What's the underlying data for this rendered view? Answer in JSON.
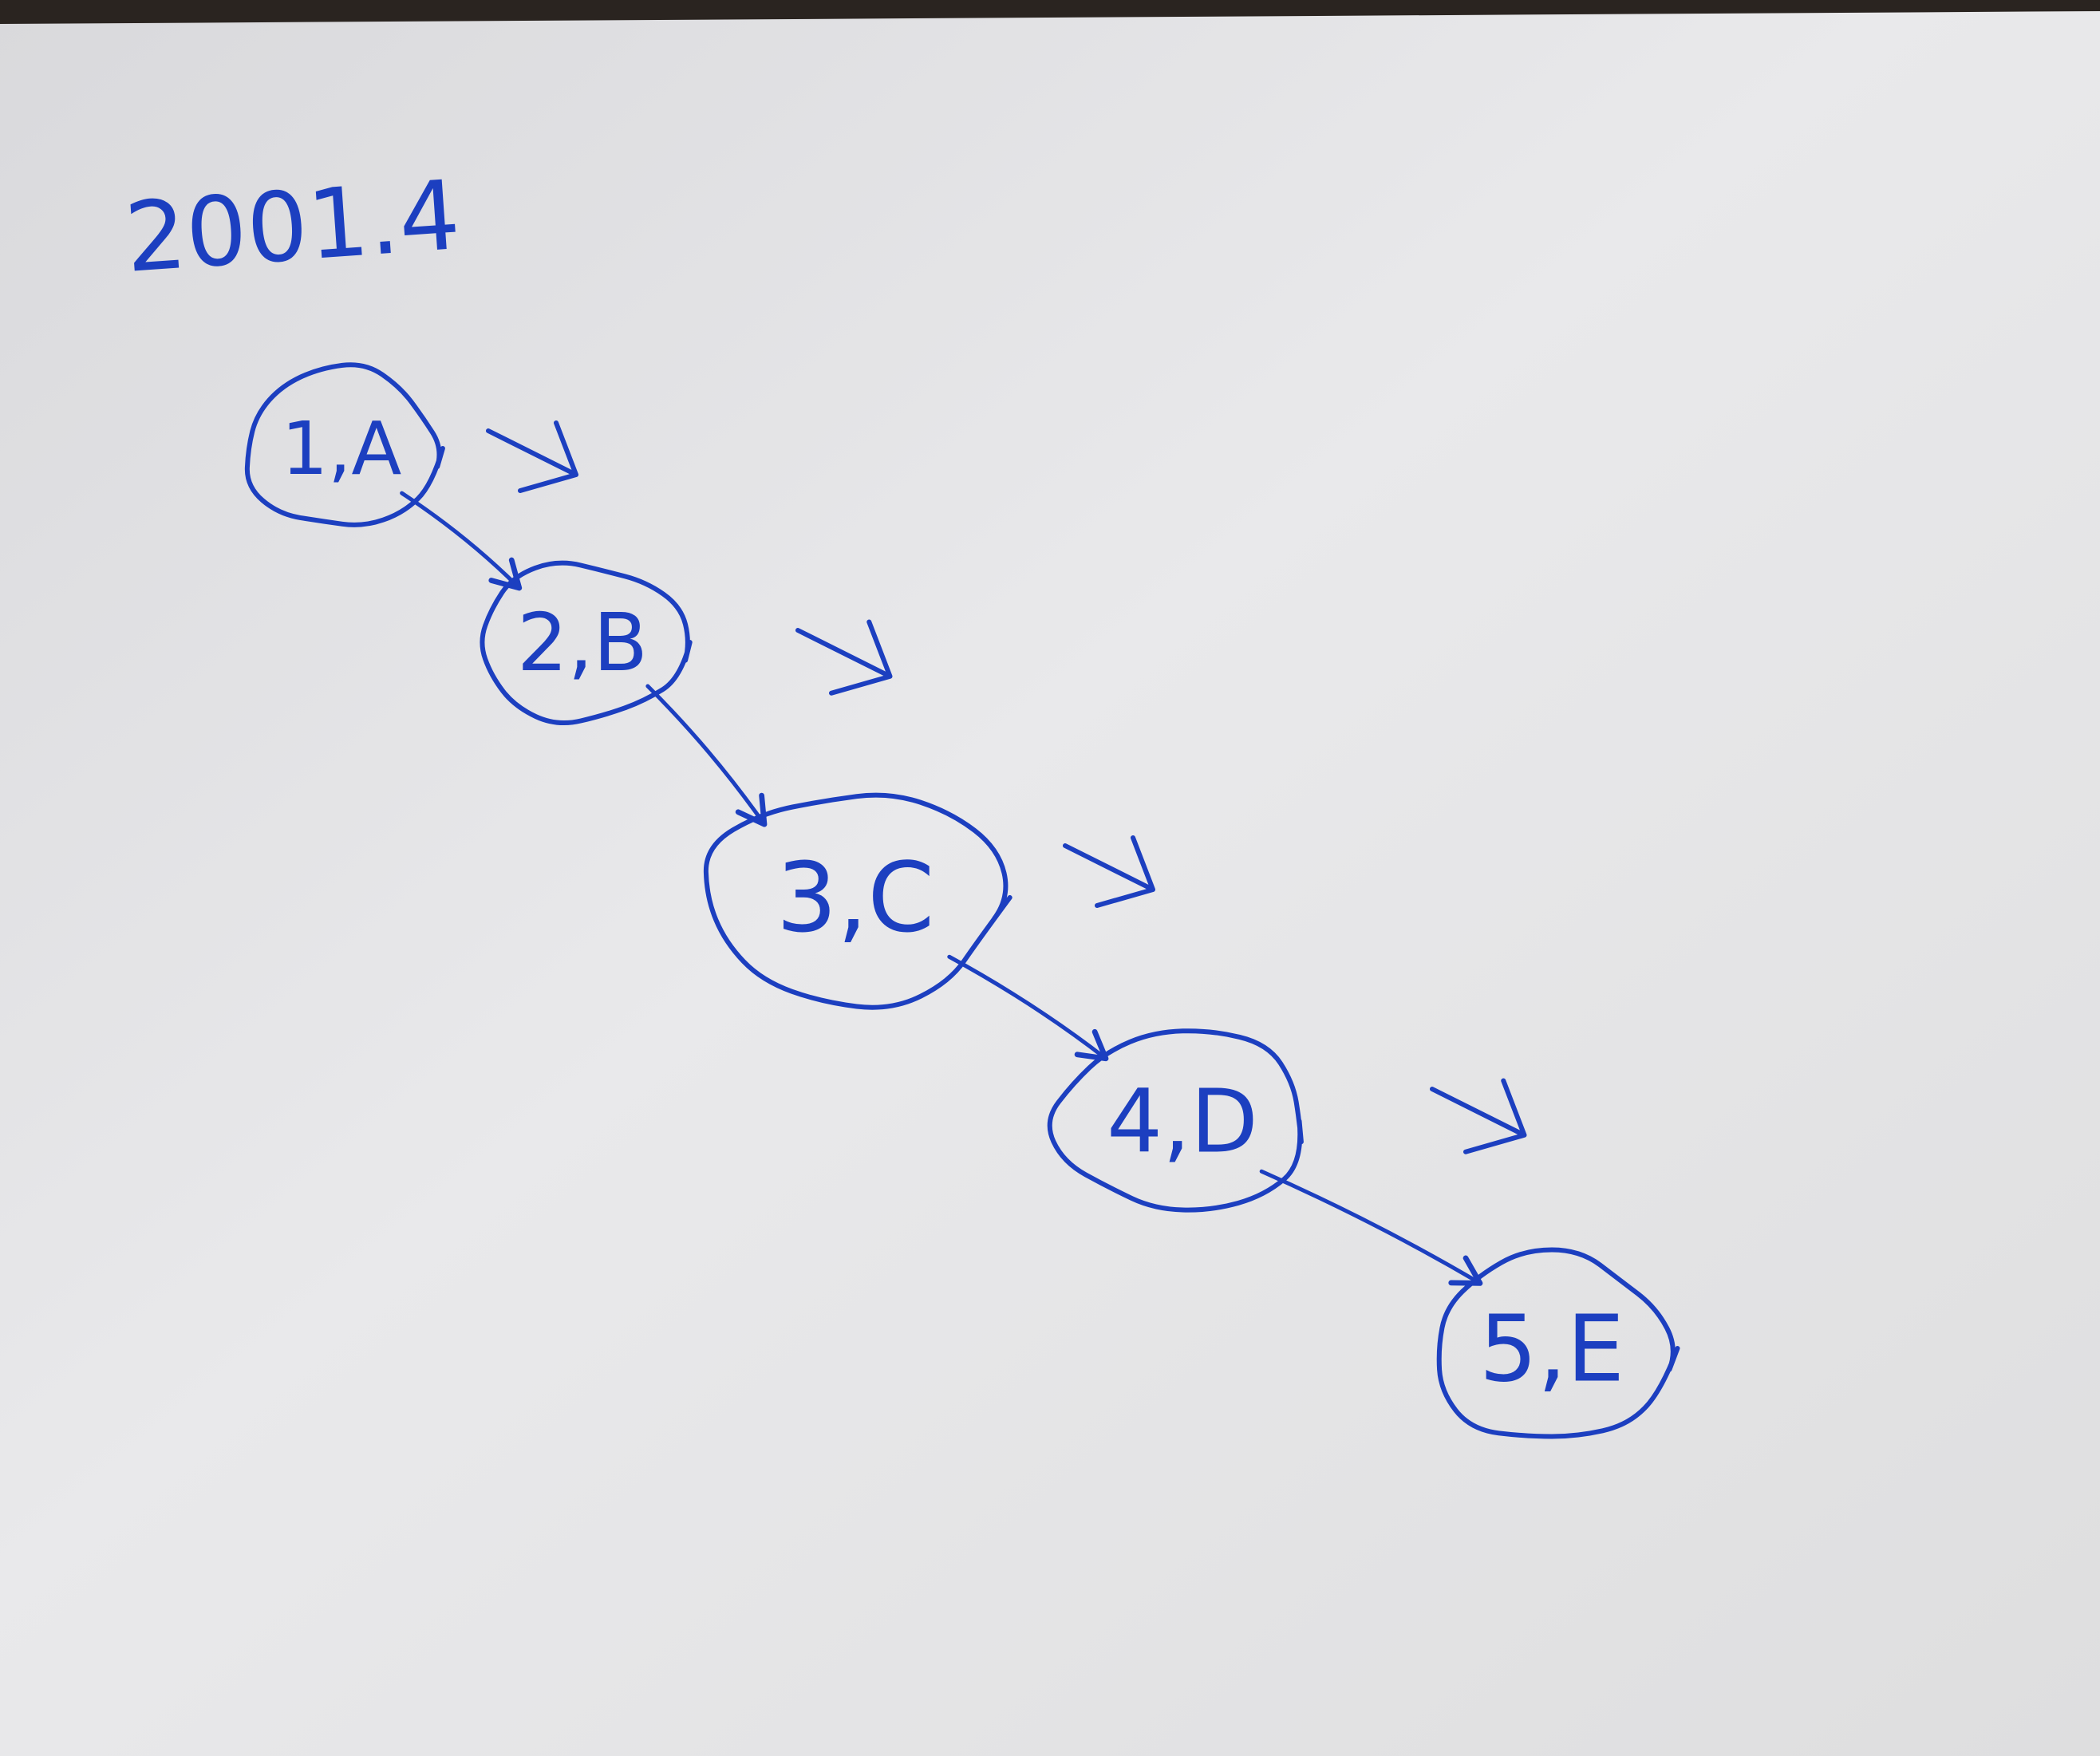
{
  "diagram": {
    "title": "2001.4",
    "ink_color": "#1c3fc0",
    "paper_color": "#e6e6e8",
    "nodes": [
      {
        "label": "1,A"
      },
      {
        "label": "2,B"
      },
      {
        "label": "3,C"
      },
      {
        "label": "4,D"
      },
      {
        "label": "5,E"
      }
    ],
    "edges": [
      {
        "from": "1,A",
        "to": "2,B"
      },
      {
        "from": "2,B",
        "to": "3,C"
      },
      {
        "from": "3,C",
        "to": "4,D"
      },
      {
        "from": "4,D",
        "to": "5,E"
      }
    ]
  }
}
